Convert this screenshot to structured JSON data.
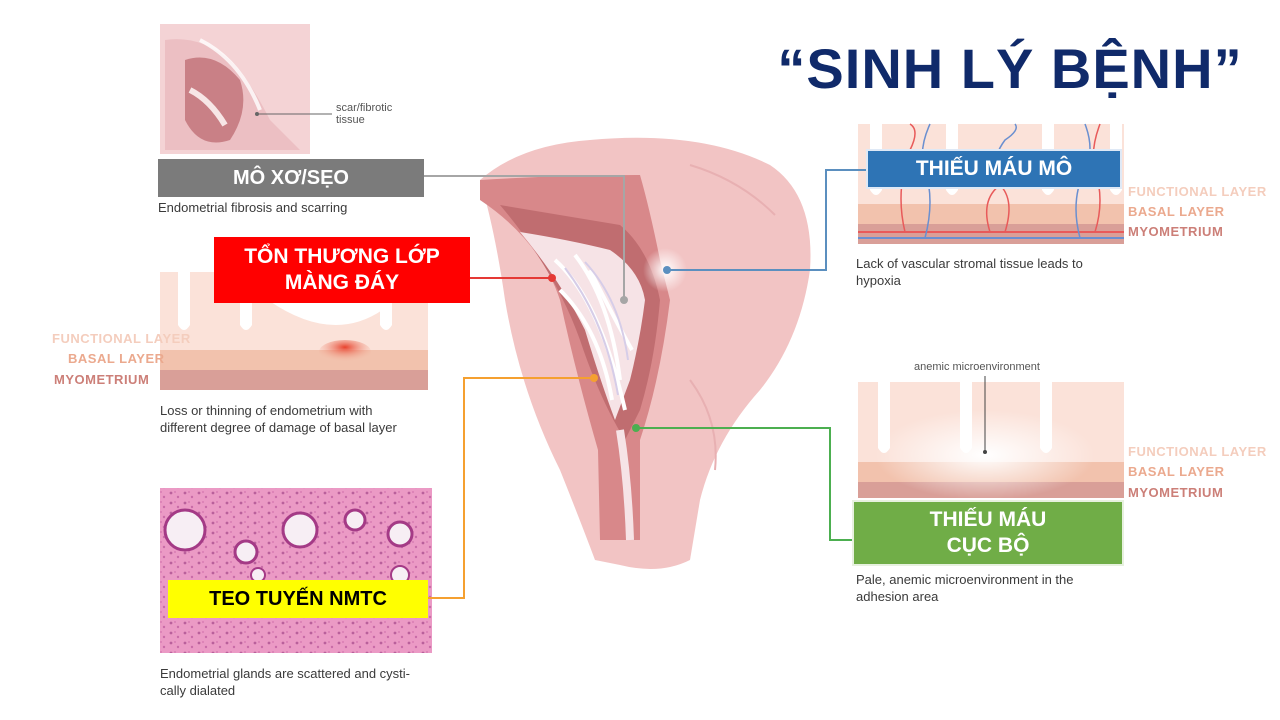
{
  "title": "“SINH LÝ BỆNH”",
  "labels": {
    "fibrosis": "MÔ XƠ/SẸO",
    "basal_damage_line1": "TỔN THƯƠNG LỚP",
    "basal_damage_line2": "MÀNG ĐÁY",
    "glands": "TEO TUYẾN NMTC",
    "ischemia_tissue": "THIẾU MÁU MÔ",
    "local_ischemia_line1": "THIẾU MÁU",
    "local_ischemia_line2": "CỤC BỘ"
  },
  "captions": {
    "fibrosis": "Endometrial fibrosis and scarring",
    "basal_line1": "Loss or thinning of endometrium with",
    "basal_line2": "different degree of damage of basal layer",
    "glands_line1": "Endometrial glands are scattered and cysti-",
    "glands_line2": "cally dialated",
    "hypoxia_line1": "Lack of vascular stromal tissue leads to",
    "hypoxia_line2": "hypoxia",
    "anemic_line1": "Pale, anemic microenvironment in the",
    "anemic_line2": "adhesion area"
  },
  "annotations": {
    "scar_line1": "scar/fibrotic",
    "scar_line2": "tissue",
    "anemic_micro": "anemic microenvironment"
  },
  "layers": {
    "functional": "FUNCTIONAL LAYER",
    "basal": "BASAL LAYER",
    "myometrium": "MYOMETRIUM"
  },
  "colors": {
    "title": "#102a6a",
    "fibrosis_tag": "#7b7b7b",
    "basal_tag": "#ff0000",
    "glands_tag": "#ffff00",
    "tissue_ischemia_tag": "#2e74b5",
    "local_ischemia_tag": "#70ad47",
    "leader_gray": "#a6a6a6",
    "leader_red": "#e53935",
    "leader_orange": "#f5a030",
    "leader_blue": "#5b8fbf",
    "leader_green": "#4caf50"
  }
}
